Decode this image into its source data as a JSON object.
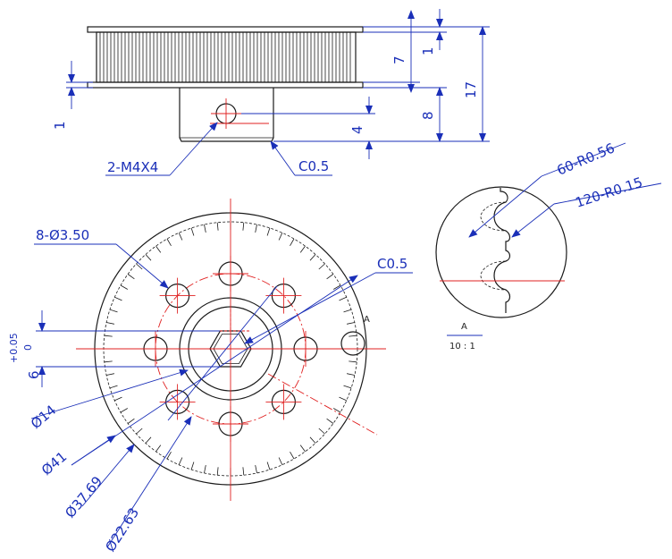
{
  "dimensions": {
    "flange_1_top": "1",
    "flange_1_side": "1",
    "tooth_width": "7",
    "hub_height": "8",
    "total_height": "17",
    "set_screw_position": "4",
    "set_screw_callout": "2-M4X4",
    "hub_chamfer": "C0.5",
    "bolt_holes": "8-Ø3.50",
    "bore_chamfer": "C0.5",
    "bore_dia": "Ø14",
    "outer_dia": "Ø41",
    "pitch_dia": "Ø37.69",
    "bolt_circle_dia": "Ø22.63",
    "hex_size": "6",
    "hex_tol_upper": "+0.05",
    "hex_tol_lower": "0"
  },
  "detail": {
    "tooth_radius": "60-R0.56",
    "root_radius": "120-R0.15",
    "view_label": "A",
    "scale_label": "10 : 1",
    "marker_label": "A"
  }
}
